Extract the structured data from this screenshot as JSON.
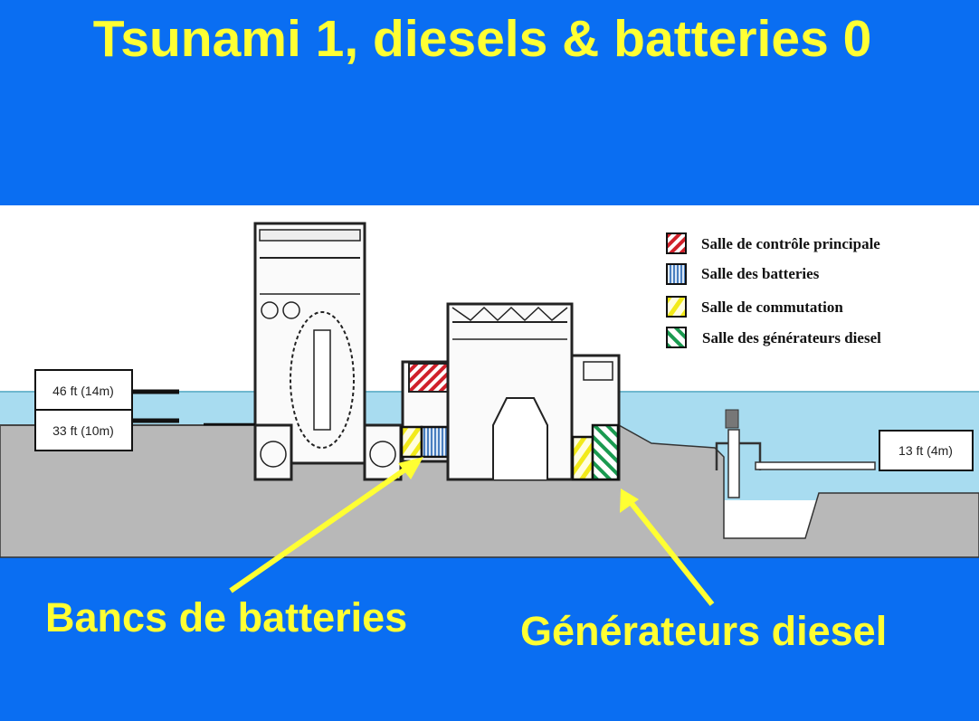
{
  "title": "Tsunami 1, diesels & batteries 0",
  "labels": {
    "batteries": "Bancs de batteries",
    "diesel": "Générateurs diesel"
  },
  "levels": {
    "high": "46 ft (14m)",
    "mid": "33 ft (10m)",
    "low": "13 ft (4m)"
  },
  "legend": [
    {
      "label": "Salle de contrôle principale",
      "color": "#d0202a"
    },
    {
      "label": "Salle des batteries",
      "color": "#4a7fc0"
    },
    {
      "label": "Salle de commutation",
      "color": "#f2ea1a"
    },
    {
      "label": "Salle des générateurs diesel",
      "color": "#1a9a50"
    }
  ],
  "colors": {
    "background": "#0a6ef2",
    "text": "#ffff33",
    "water": "#a8dcf0",
    "ground": "#b8b8b8"
  }
}
